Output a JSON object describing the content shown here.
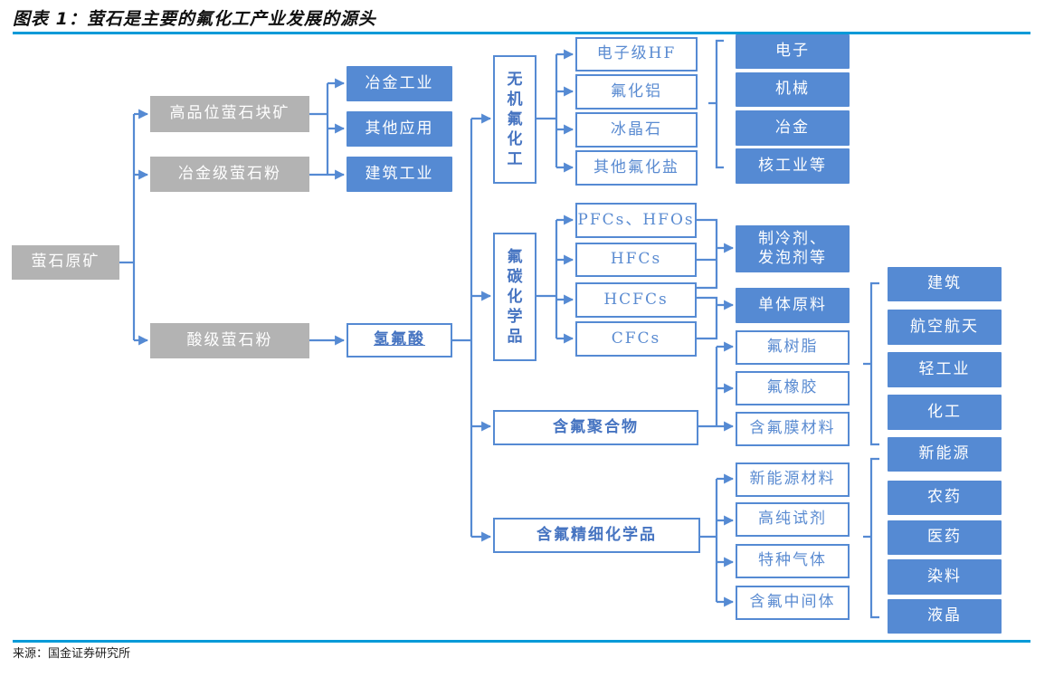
{
  "title": "图表 1：萤石是主要的氟化工产业发展的源头",
  "source": "来源：国金证券研究所",
  "colors": {
    "accent_rule": "#009ad8",
    "line_blue": "#558ad3",
    "grey_box": "#b3b3b3",
    "blue_box": "#558ad3"
  },
  "nodes": {
    "raw_ore": "萤石原矿",
    "high_grade_lump": "高品位萤石块矿",
    "metallurgical_powder": "冶金级萤石粉",
    "acid_powder": "酸级萤石粉",
    "metallurgy_industry": "冶金工业",
    "other_applications": "其他应用",
    "construction_industry": "建筑工业",
    "hf": "氢氟酸",
    "inorganic_fluoride": "无机氟化工",
    "fluorocarbon": "氟碳化学品",
    "fluoropolymer": "含氟聚合物",
    "fine_chemicals": "含氟精细化学品"
  },
  "inorganic_products": [
    "电子级HF",
    "氟化铝",
    "冰晶石",
    "其他氟化盐"
  ],
  "inorganic_uses": [
    "电子",
    "机械",
    "冶金",
    "核工业等"
  ],
  "fluorocarbon_products": [
    "PFCs、HFOs",
    "HFCs",
    "HCFCs",
    "CFCs"
  ],
  "fluorocarbon_uses": [
    "制冷剂、发泡剂等",
    "单体原料"
  ],
  "polymer_products": [
    "氟树脂",
    "氟橡胶",
    "含氟膜材料"
  ],
  "fine_products": [
    "新能源材料",
    "高纯试剂",
    "特种气体",
    "含氟中间体"
  ],
  "polymer_uses": [
    "建筑",
    "航空航天",
    "轻工业",
    "化工",
    "新能源"
  ],
  "fine_uses": [
    "农药",
    "医药",
    "染料",
    "液晶"
  ]
}
